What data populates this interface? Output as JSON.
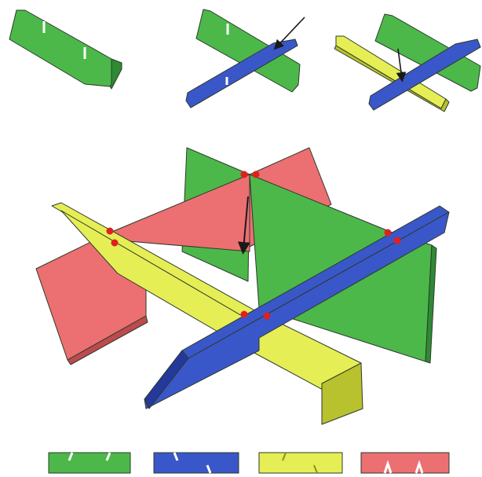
{
  "colors": {
    "green": "#4cb84a",
    "green_side": "#2f8a33",
    "blue": "#3a57c9",
    "blue_side": "#24399a",
    "yellow": "#e6ee55",
    "yellow_side": "#b8c12e",
    "red": "#ec6f72",
    "red_side": "#bd4a4e",
    "contact_dot": "#e02020",
    "arrow": "#1a1a1a"
  },
  "steps": [
    {
      "step": 1,
      "panels": [
        "green"
      ]
    },
    {
      "step": 2,
      "panels": [
        "green",
        "blue"
      ]
    },
    {
      "step": 3,
      "panels": [
        "green",
        "blue",
        "yellow"
      ]
    }
  ],
  "assembly": {
    "panels": [
      "green",
      "red",
      "yellow",
      "blue"
    ],
    "contact_points": 8
  },
  "legend_pieces": [
    {
      "color": "green",
      "slots": 2
    },
    {
      "color": "blue",
      "slots": 2
    },
    {
      "color": "yellow",
      "slots": 2
    },
    {
      "color": "red",
      "slots": 2
    }
  ]
}
